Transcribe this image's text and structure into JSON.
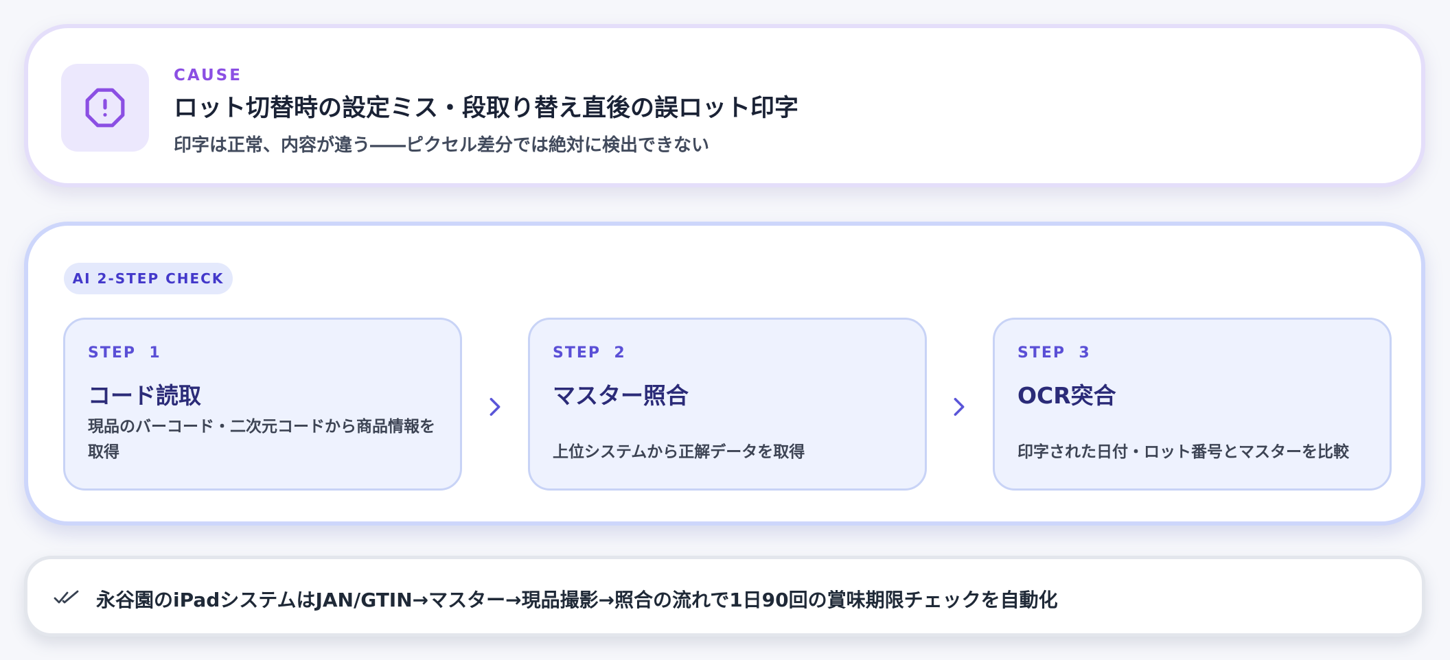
{
  "cause": {
    "eyebrow": "CAUSE",
    "title": "ロット切替時の設定ミス・段取り替え直後の誤ロット印字",
    "subtitle": "印字は正常、内容が違う――ピクセル差分では絶対に検出できない",
    "icon": "alert-octagon-icon",
    "accent_color": "#8b4fe3"
  },
  "check": {
    "pill": "AI 2-STEP CHECK",
    "steps": [
      {
        "label": "STEP  1",
        "title": "コード読取",
        "desc": "現品のバーコード・二次元コードから商品情報を取得"
      },
      {
        "label": "STEP  2",
        "title": "マスター照合",
        "desc": "上位システムから正解データを取得"
      },
      {
        "label": "STEP  3",
        "title": "OCR突合",
        "desc": "印字された日付・ロット番号とマスターを比較"
      }
    ],
    "arrow_icon": "chevron-right-icon",
    "accent_color": "#5a4fd6"
  },
  "banner": {
    "icon": "double-check-icon",
    "text": "永谷園のiPadシステムはJAN/GTIN→マスター→現品撮影→照合の流れで1日90回の賞味期限チェックを自動化"
  }
}
